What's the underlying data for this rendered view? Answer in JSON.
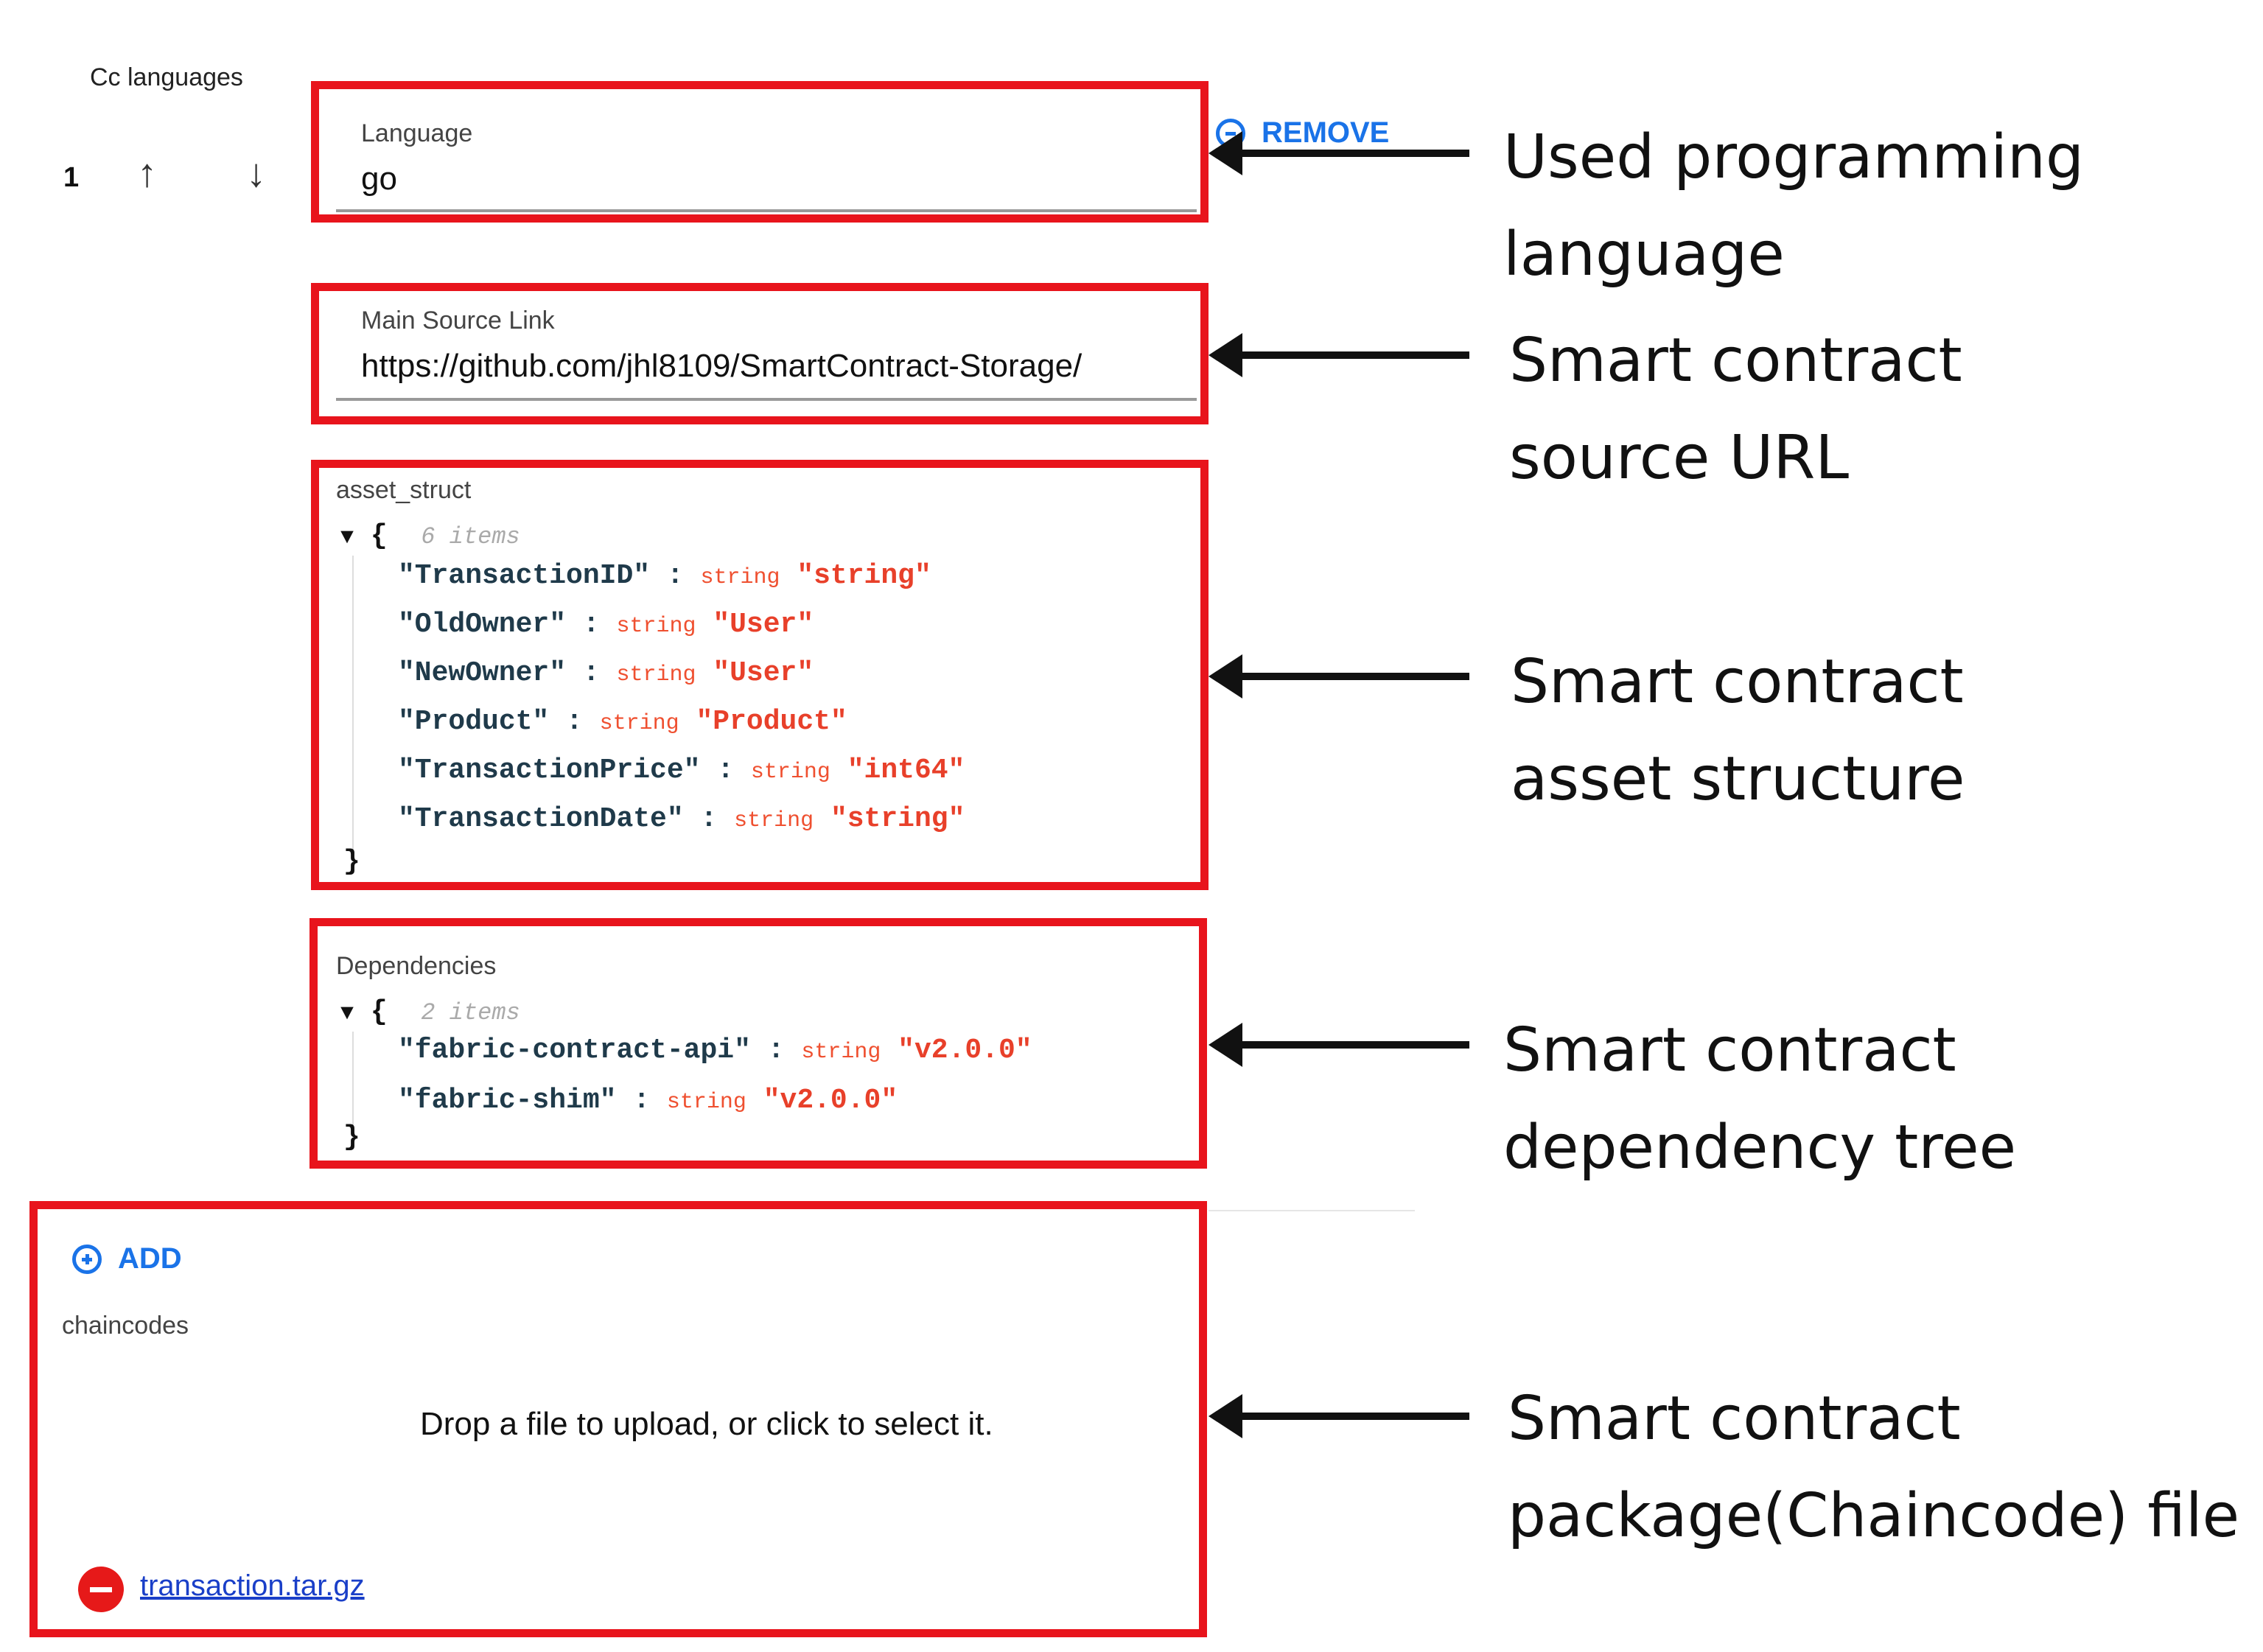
{
  "header": {
    "section_label": "Cc languages",
    "row_index": "1",
    "move_up_glyph": "↑",
    "move_down_glyph": "↓"
  },
  "language_field": {
    "label": "Language",
    "value": "go",
    "remove_label": "REMOVE"
  },
  "source_field": {
    "label": "Main Source Link",
    "value": "https://github.com/jhl8109/SmartContract-Storage/"
  },
  "asset_struct": {
    "label": "asset_struct",
    "open_brace": "{",
    "close_brace": "}",
    "count": "6 items",
    "entries": [
      {
        "key": "\"TransactionID\"",
        "type": "string",
        "value": "\"string\""
      },
      {
        "key": "\"OldOwner\"",
        "type": "string",
        "value": "\"User\""
      },
      {
        "key": "\"NewOwner\"",
        "type": "string",
        "value": "\"User\""
      },
      {
        "key": "\"Product\"",
        "type": "string",
        "value": "\"Product\""
      },
      {
        "key": "\"TransactionPrice\"",
        "type": "string",
        "value": "\"int64\""
      },
      {
        "key": "\"TransactionDate\"",
        "type": "string",
        "value": "\"string\""
      }
    ]
  },
  "dependencies": {
    "label": "Dependencies",
    "open_brace": "{",
    "close_brace": "}",
    "count": "2 items",
    "entries": [
      {
        "key": "\"fabric-contract-api\"",
        "type": "string",
        "value": "\"v2.0.0\""
      },
      {
        "key": "\"fabric-shim\"",
        "type": "string",
        "value": "\"v2.0.0\""
      }
    ]
  },
  "chaincodes": {
    "add_label": "ADD",
    "label": "chaincodes",
    "dropzone_text": "Drop a file to upload, or click to select it.",
    "file_name": "transaction.tar.gz"
  },
  "annotations": {
    "language": [
      "Used programming",
      "language"
    ],
    "source": [
      "Smart contract",
      "source URL"
    ],
    "asset": [
      "Smart contract",
      "asset structure"
    ],
    "dependency": [
      "Smart contract",
      "dependency tree"
    ],
    "package": [
      "Smart contract",
      "package(Chaincode) file"
    ]
  },
  "colors": {
    "highlight_border": "#e8141c",
    "link_blue": "#1a73e8",
    "json_value": "#e8402a",
    "json_key": "#1f3a4a"
  },
  "icons": {
    "move_up": "arrow-up-icon",
    "move_down": "arrow-down-icon",
    "remove": "remove-circle-icon",
    "add": "add-circle-icon",
    "expand": "caret-down-icon",
    "delete_file": "minus-circle-icon"
  }
}
